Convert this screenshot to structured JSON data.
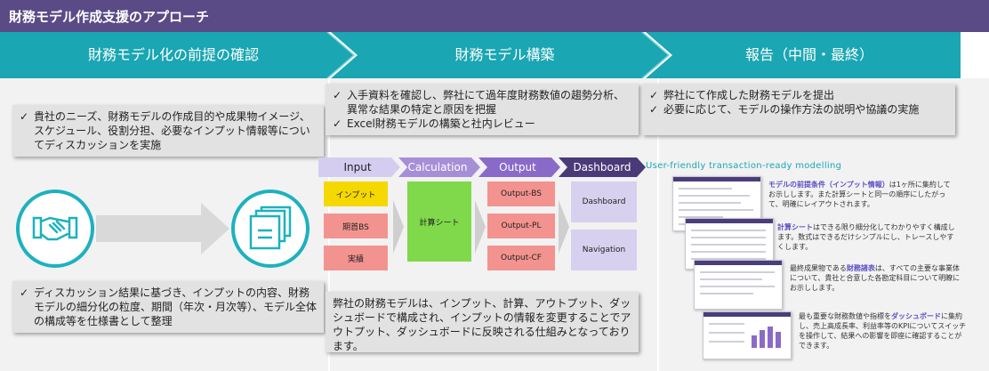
{
  "header": {
    "title": "財務モデル作成支援のアプローチ"
  },
  "stages": [
    {
      "label": "財務モデル化の前提の確認"
    },
    {
      "label": "財務モデル構築"
    },
    {
      "label": "報告（中間・最終）"
    }
  ],
  "colors": {
    "title_bar": "#5a4a86",
    "stage_bar": "#1aa6b2",
    "accent": "#1db1bf",
    "input_tab": "#d5cdf0",
    "calc_tab": "#a78fd8",
    "output_tab": "#8a6ac9",
    "dashboard_tab": "#4a3a78"
  },
  "stage1": {
    "callout_top": [
      "貴社のニーズ、財務モデルの作成目的や成果物イメージ、スケジュール、役割分担、必要なインプット情報等についてディスカッションを実施"
    ],
    "callout_bottom": [
      "ディスカッション結果に基づき、インプットの内容、財務モデルの細分化の粒度、期間（年次・月次等）、モデル全体の構成等を仕様書として整理"
    ],
    "icons": [
      "handshake-icon",
      "documents-icon"
    ]
  },
  "stage2": {
    "callout_top": [
      "入手資料を確認し、弊社にて過年度財務数値の趨勢分析、異常な結果の特定と原因を把握",
      "Excel財務モデルの構築と社内レビュー"
    ],
    "tabs": [
      "Input",
      "Calculation",
      "Output",
      "Dashboard"
    ],
    "input_boxes": [
      "インプット",
      "期首BS",
      "実績"
    ],
    "calc_box": "計算シート",
    "output_boxes": [
      "Output-BS",
      "Output-PL",
      "Output-CF"
    ],
    "dashboard_boxes": [
      "Dashboard",
      "Navigation"
    ],
    "callout_bottom": "弊社の財務モデルは、インプット、計算、アウトプット、ダッシュボードで構成され、インプットの情報を変更することでアウトプット、ダッシュボードに反映される仕組みとなっております。"
  },
  "stage3": {
    "callout_top": [
      "弊社にて作成した財務モデルを提出",
      "必要に応じて、モデルの操作方法の説明や協議の実施"
    ],
    "caption": "User-friendly transaction-ready modelling",
    "notes": [
      {
        "hl": "モデルの前提条件（インプット情報）",
        "rest": "は1ヶ所に集約してお示しします。また計算シートと同一の順序にしたがって、明確にレイアウトされます。"
      },
      {
        "hl": "計算シート",
        "rest": "はできる限り細分化してわかりやすく構成します。数式はできるだけシンプルにし、トレースしやすくします。"
      },
      {
        "hl": "財務諸表",
        "pre": "最終成果物である",
        "rest": "は、すべての主要な事業体について、貴社と合意した各勘定科目について明瞭にお示しします。"
      },
      {
        "hl": "ダッシュボード",
        "pre": "最も重要な財務数値や指標を",
        "rest": "に集約し、売上高成長率、利益率等のKPIについてスイッチを操作して、結果への影響を即座に確認することができます。"
      }
    ]
  }
}
